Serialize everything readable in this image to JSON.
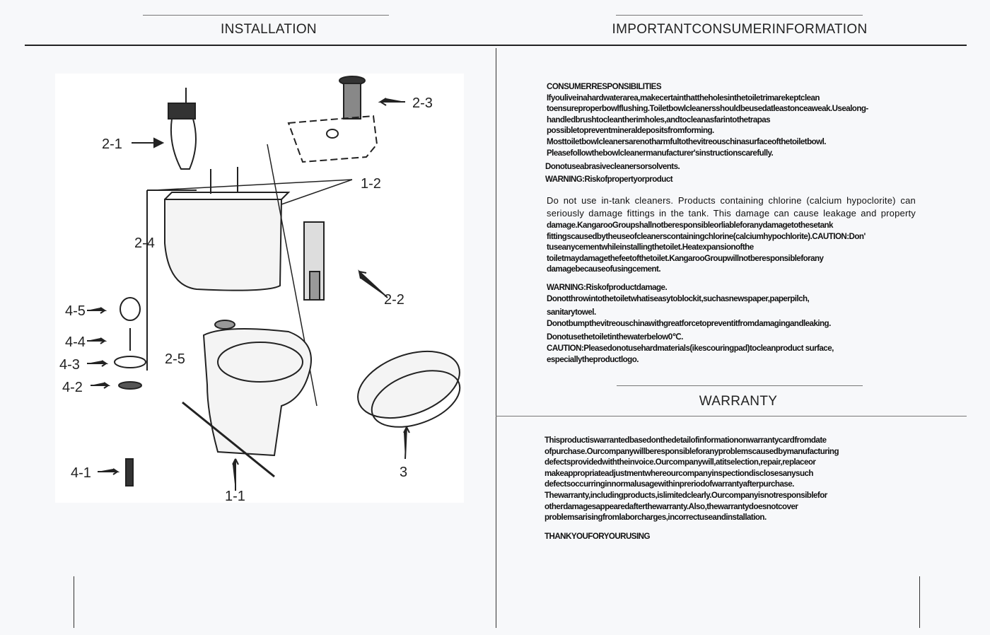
{
  "left": {
    "title": "INSTALLATION",
    "diagram_labels": {
      "l21": "2-1",
      "l23": "2-3",
      "l12": "1-2",
      "l24": "2-4",
      "l22": "2-2",
      "l45": "4-5",
      "l44": "4-4",
      "l43": "4-3",
      "l25": "2-5",
      "l42": "4-2",
      "l41": "4-1",
      "l11": "1-1",
      "l3": "3"
    }
  },
  "right": {
    "title": "IMPORTANTCONSUMERINFORMATION",
    "consumer": [
      "CONSUMERRESPONSIBILITIES",
      "Ifyouliveinahardwaterarea,makecertainthattheholesinthetoiletrimarekeptclean",
      "toensureproperbowlflushing.Toiletbowlcleanersshouldbeusedatleastonceaweak.Usealong-",
      "handledbrushtocleantherimholes,andtocleanasfarintothetrapas",
      "possibletopreventmineraldepositsfromforming.",
      "Mosttoiletbowlcleanersarenotharmfultothevitreouschinasurfaceofthetoiletbowl.",
      "Pleasefollowthebowlcleanermanufacturer'sinstructionscarefully."
    ],
    "abrasive": "Donotuseabrasivecleanersorsolvents.",
    "warning1": "WARNING:Riskofpropertyorproduct",
    "intank_normal": [
      "Do not use in-tank cleaners. Products containing chlorine (calcium hypoclorite) can",
      "seriously damage fittings in the tank. This damage can cause leakage and property"
    ],
    "intank_bold": [
      "damage.KangarooGroupshallnotberesponsibleorliableforanydamagetothesetank",
      "fittingscausedbytheuseofcleanerscontainingchlorine(calciumhypochlorite).CAUTION:Don'",
      "tuseanycementwhileinstallingthetoilet.Heatexpansionofthe",
      "toiletmaydamagethefeetofthetoilet.KangarooGroupwillnotberesponsibleforany",
      "damagebecauseofusingcement."
    ],
    "warning2": [
      "WARNING:Riskofproductdamage.",
      "Donotthrowintothetoiletwhatiseasytoblockit,suchasnewspaper,paperpilch,"
    ],
    "warning3": [
      "sanitarytowel.",
      "Donotbumpthevitreouschinawithgreatforcetopreventitfromdamagingandleaking."
    ],
    "warning4": [
      "Donotusethetoiletinthewaterbelow0℃.",
      "CAUTION:Pleasedonotusehardmaterials(ikescouringpad)tocleanproduct surface,",
      "especiallytheproductlogo."
    ],
    "warranty_title": "WARRANTY",
    "warranty": [
      "Thisproductiswarrantedbasedonthedetailofinformationonwarrantycardfromdate",
      "ofpurchase.Ourcompanywillberesponsibleforanyproblemscausedbymanufacturing",
      "defectsprovidedwiththeinvoice.Ourcompanywill,atitselection,repair,replaceor",
      "makeappropriateadjustmentwhereourcompanyinspectiondisclosesanysuch",
      "defectsoccurringinnormalusagewithinpreriodofwarrantyafterpurchase.",
      "Thewarranty,includingproducts,islimitedclearly.Ourcompanyisnotresponsiblefor",
      "otherdamagesappearedafterthewarranty.Also,thewarrantydoesnotcover",
      "problemsarisingfromlaborcharges,incorrectuseandinstallation."
    ],
    "thanks": "THANKYOUFORYOURUSING"
  }
}
